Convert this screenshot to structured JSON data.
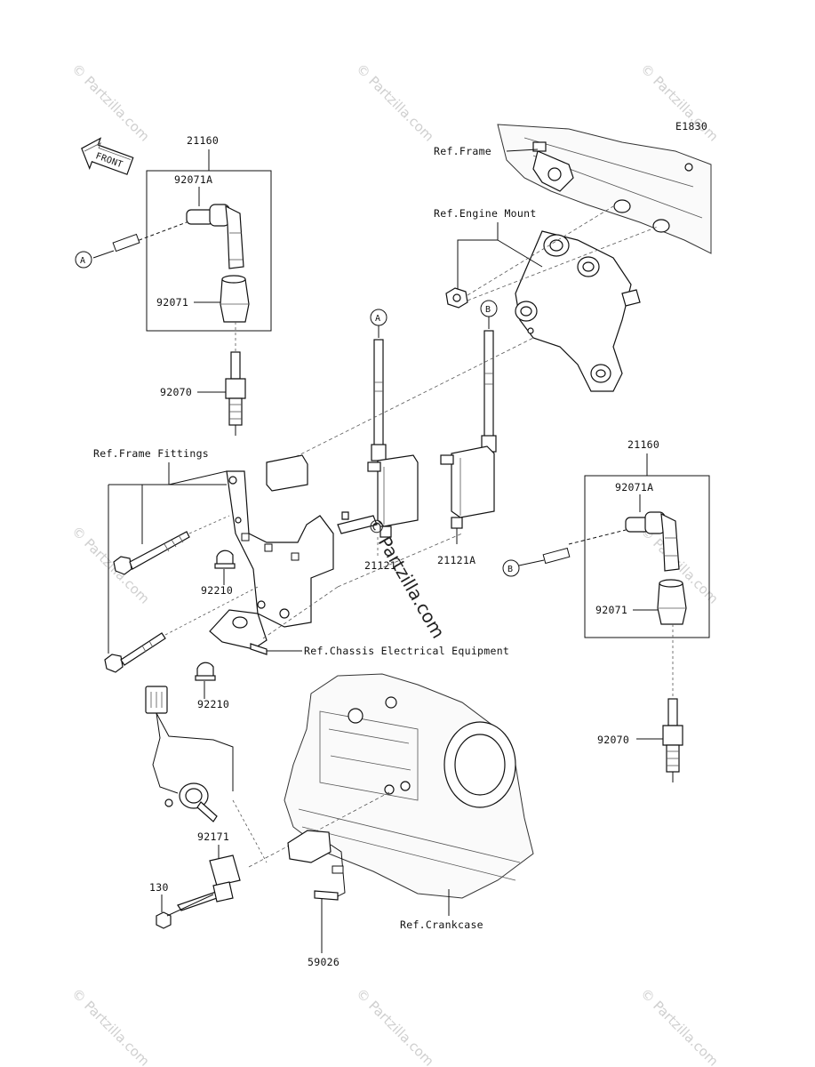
{
  "diagram_code": "E1830",
  "front_label": "FRONT",
  "watermark": {
    "small": "© Partzilla.com",
    "center_copy": "©",
    "center_text": "Partzilla.com"
  },
  "parts": {
    "p21160_top": "21160",
    "p92071A_top": "92071A",
    "p92071_top": "92071",
    "p92070_top": "92070",
    "p21160_right": "21160",
    "p92071A_right": "92071A",
    "p92071_right": "92071",
    "p92070_right": "92070",
    "p21121": "21121",
    "p21121A": "21121A",
    "p92210_a": "92210",
    "p92210_b": "92210",
    "p92171": "92171",
    "p130": "130",
    "p59026": "59026"
  },
  "refs": {
    "frame": "Ref.Frame",
    "engine_mount": "Ref.Engine Mount",
    "frame_fittings": "Ref.Frame Fittings",
    "chassis_electrical": "Ref.Chassis Electrical Equipment",
    "crankcase": "Ref.Crankcase"
  },
  "callouts": {
    "a": "A",
    "b": "B"
  }
}
